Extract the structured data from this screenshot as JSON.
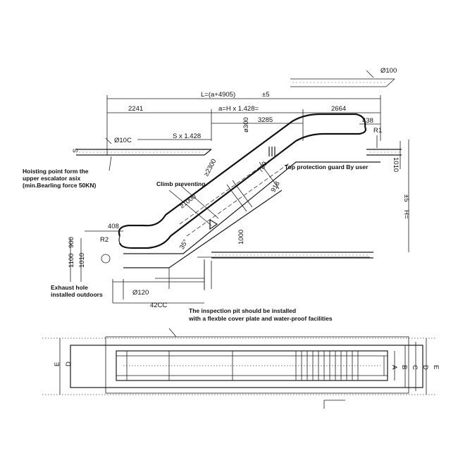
{
  "dimensions": {
    "total_length": "L=(a+4905)",
    "total_tol": "±5",
    "left_span": "2241",
    "mid_span": "a=H x 1.428=",
    "right_span": "2664",
    "span_3285": "3285",
    "top_438": "438",
    "s_dim": "S x 1.428",
    "phi100_top": "Ø100",
    "phi100_left": "Ø10C",
    "phi300": "ø300",
    "d2300": "≥2300",
    "d1000": "≥1000",
    "d780": "780",
    "d918": "918",
    "left_408": "408",
    "d900": "900",
    "d1100": "1100",
    "d1010_left": "1010",
    "d1010_right": "1010",
    "d1000_pit": "1000",
    "d4200": "42CC",
    "phi120": "Ø120",
    "r1": "R1",
    "r2": "R2",
    "h_label": "H=",
    "h_tol": "±5",
    "s_label": "S",
    "angle": "35°",
    "plan_A": "A",
    "plan_B": "B",
    "plan_C": "C",
    "plan_D": "D",
    "plan_E": "E",
    "plan_D_left": "D",
    "plan_E_left": "E"
  },
  "notes": {
    "hoisting_1": "Hoisting point form the",
    "hoisting_2": "upper escalator asix",
    "hoisting_3": "(min.Bearling force 50KN)",
    "climb": "Climb preventing",
    "top_guard": "Top protection guard By user",
    "exhaust_1": "Exhaust hole",
    "exhaust_2": "installed outdoors",
    "pit_1": "The inspection pit should be installed",
    "pit_2": "with a flexble cover plate and water-proof facilities"
  }
}
